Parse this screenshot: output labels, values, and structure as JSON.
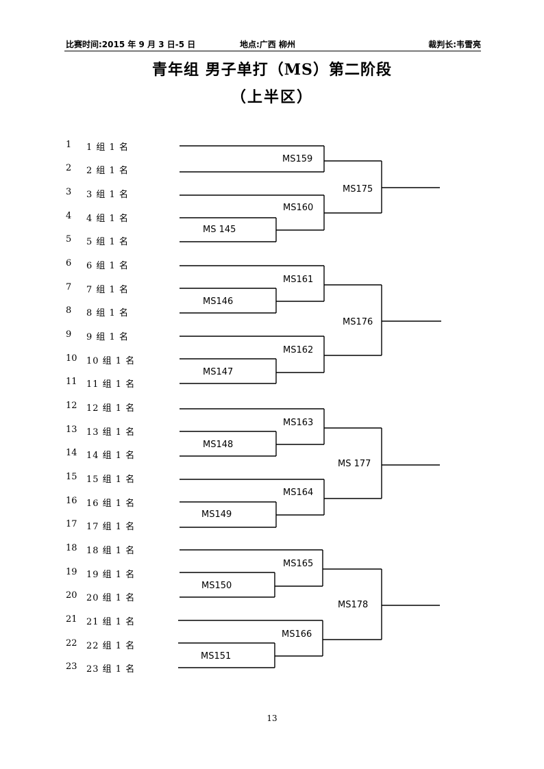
{
  "header": {
    "date": "比赛时间:2015 年 9 月 3 日-5 日",
    "venue": "地点:广西 柳州",
    "referee": "裁判长:韦雪亮"
  },
  "title": "青年组 男子单打（MS）第二阶段",
  "subtitle": "（上半区）",
  "entries": [
    {
      "seed": "1",
      "name": "1 组 1 名"
    },
    {
      "seed": "2",
      "name": "2 组 1 名"
    },
    {
      "seed": "3",
      "name": "3 组 1 名"
    },
    {
      "seed": "4",
      "name": "4 组 1 名"
    },
    {
      "seed": "5",
      "name": "5 组 1 名"
    },
    {
      "seed": "6",
      "name": "6 组 1 名"
    },
    {
      "seed": "7",
      "name": "7 组 1 名"
    },
    {
      "seed": "8",
      "name": "8 组 1 名"
    },
    {
      "seed": "9",
      "name": "9 组 1 名"
    },
    {
      "seed": "10",
      "name": "10 组 1 名"
    },
    {
      "seed": "11",
      "name": "11 组 1 名"
    },
    {
      "seed": "12",
      "name": "12 组 1 名"
    },
    {
      "seed": "13",
      "name": "13 组 1 名"
    },
    {
      "seed": "14",
      "name": "14 组 1 名"
    },
    {
      "seed": "15",
      "name": "15 组 1 名"
    },
    {
      "seed": "16",
      "name": "16 组 1 名"
    },
    {
      "seed": "17",
      "name": "17 组 1 名"
    },
    {
      "seed": "18",
      "name": "18 组 1 名"
    },
    {
      "seed": "19",
      "name": "19 组 1 名"
    },
    {
      "seed": "20",
      "name": "20 组 1 名"
    },
    {
      "seed": "21",
      "name": "21 组 1 名"
    },
    {
      "seed": "22",
      "name": "22 组 1 名"
    },
    {
      "seed": "23",
      "name": "23 组 1 名"
    }
  ],
  "matches": {
    "first_round": [
      "MS 145",
      "MS146",
      "MS147",
      "MS148",
      "MS149",
      "MS150",
      "MS151"
    ],
    "second_round": [
      "MS159",
      "MS160",
      "MS161",
      "MS162",
      "MS163",
      "MS164",
      "MS165",
      "MS166"
    ],
    "third_round": [
      "MS175",
      "MS176",
      "MS 177",
      "MS178"
    ]
  },
  "page_number": "13"
}
